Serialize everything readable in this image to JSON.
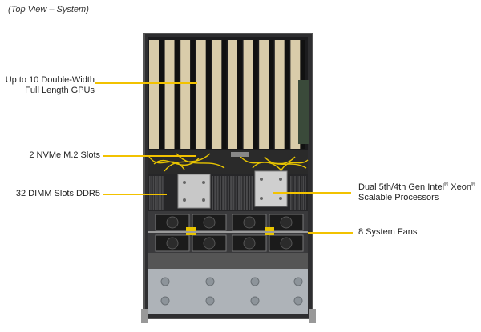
{
  "caption": "(Top View – System)",
  "callouts": {
    "gpus": {
      "line1": "Up to 10 Double-Width",
      "line2": "Full Length GPUs"
    },
    "nvme": "2 NVMe M.2 Slots",
    "dimm": "32 DIMM Slots DDR5",
    "cpu": {
      "line1_a": "Dual 5th/4th Gen Intel",
      "reg1": "®",
      "line1_b": " Xeon",
      "reg2": "®",
      "line2": "Scalable Processors"
    },
    "fans": "8 System Fans"
  },
  "colors": {
    "leader": "#f2c200",
    "chassis": "#2e2e30",
    "gpu_card": "#d9ccaa",
    "cable": "#e8c400",
    "heatsink": "#c8c8c8",
    "drive_bay": "#aeb3b8"
  }
}
